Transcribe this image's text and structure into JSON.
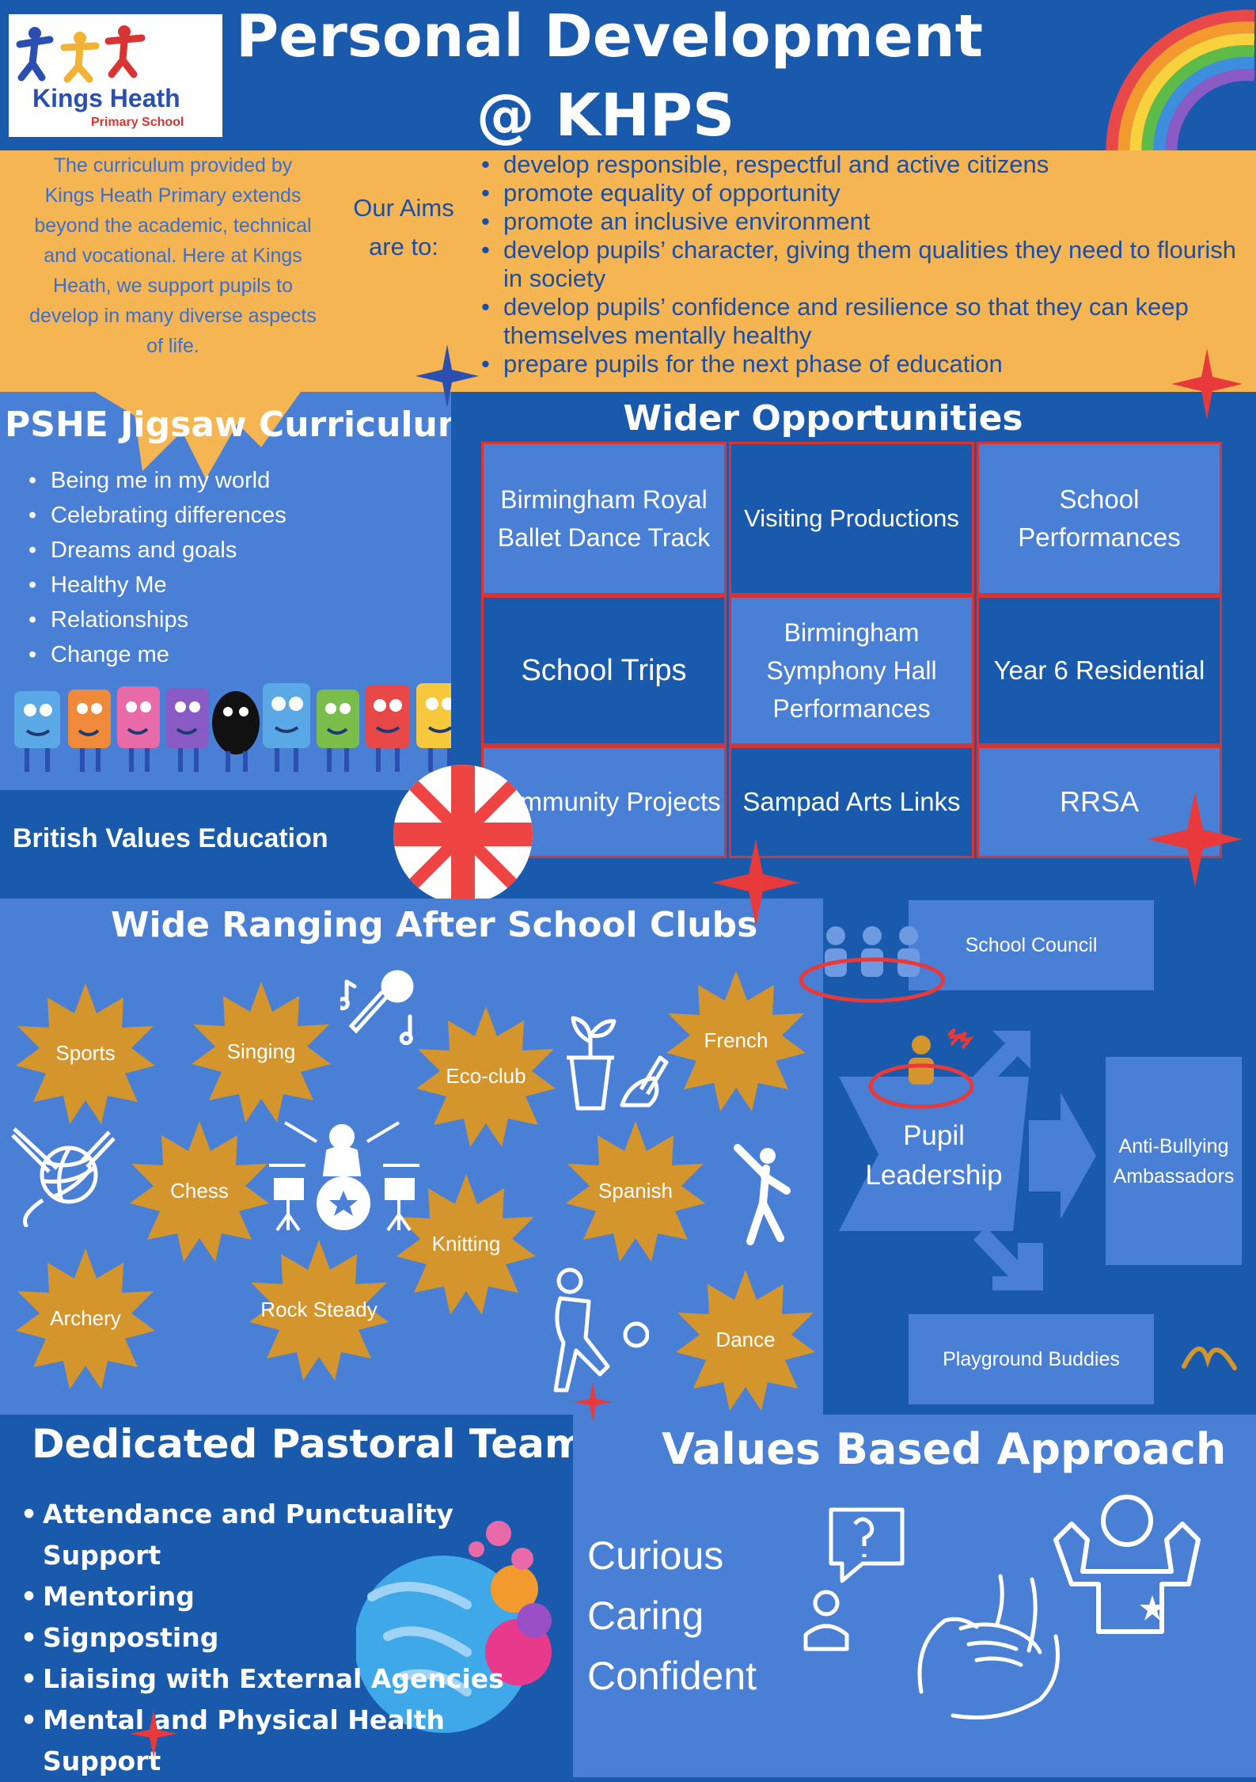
{
  "header": {
    "title_line1": "Personal Development",
    "title_line2": "@ KHPS",
    "logo_name": "Kings Heath",
    "logo_sub": "Primary School"
  },
  "intro": {
    "text": "The curriculum provided by Kings Heath Primary extends beyond the academic, technical and vocational. Here at Kings Heath, we support pupils to develop in many diverse aspects of life.",
    "aims_label": "Our Aims are to:",
    "aims": [
      "develop responsible, respectful and active citizens",
      "promote equality of opportunity",
      "promote an inclusive environment",
      "develop pupils’ character, giving them qualities they need to flourish in society",
      "develop pupils’ confidence and resilience so that they can keep themselves mentally healthy",
      "prepare pupils for the next phase of education"
    ]
  },
  "pshe": {
    "title": "PSHE Jigsaw Curriculum",
    "items": [
      "Being me in my world",
      "Celebrating differences",
      "Dreams and goals",
      "Healthy Me",
      "Relationships",
      "Change me"
    ]
  },
  "wider": {
    "title": "Wider Opportunities",
    "cells": [
      "Birmingham Royal Ballet Dance Track",
      "Visiting Productions",
      "School Performances",
      "School Trips",
      "Birmingham Symphony Hall Performances",
      "Year 6 Residential",
      "Community Projects",
      "Sampad Arts Links",
      "RRSA"
    ]
  },
  "british": {
    "title": "British Values Education"
  },
  "clubs": {
    "title": "Wide Ranging After School Clubs",
    "items": [
      "Sports",
      "Singing",
      "Eco-club",
      "French",
      "Chess",
      "Spanish",
      "Knitting",
      "Archery",
      "Rock Steady",
      "Dance"
    ]
  },
  "leadership": {
    "center": "Pupil Leadership",
    "school_council": "School Council",
    "anti_bullying": "Anti-Bullying Ambassadors",
    "playground": "Playground Buddies"
  },
  "pastoral": {
    "title": "Dedicated Pastoral Team",
    "items": [
      "Attendance and Punctuality Support",
      "Mentoring",
      "Signposting",
      "Liaising with External Agencies",
      "Mental and Physical Health Support"
    ]
  },
  "values": {
    "title": "Values Based Approach",
    "items": [
      "Curious",
      "Caring",
      "Confident"
    ]
  },
  "colors": {
    "navy": "#1a5aad",
    "light_blue": "#4a7fd6",
    "orange": "#f5b552",
    "gold": "#d4962c",
    "red": "#d93434"
  },
  "icons": [
    "rainbow-icon",
    "union-jack-icon",
    "microphone-icon",
    "plant-pot-icon",
    "yarn-icon",
    "drum-kit-icon",
    "runner-icon",
    "football-icon",
    "sparkle-icon",
    "hands-icon",
    "question-person-icon",
    "strong-person-icon",
    "caring-hands-icon",
    "jigsaw-characters-icon",
    "people-group-icon"
  ]
}
